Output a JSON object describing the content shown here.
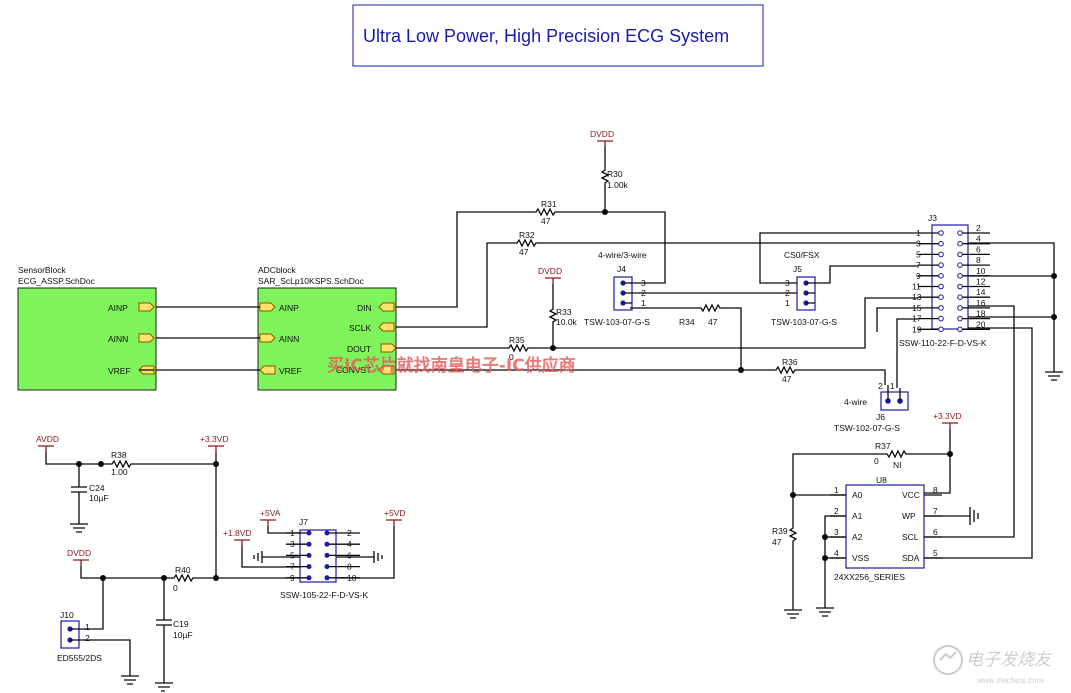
{
  "title": "Ultra Low Power, High Precision ECG System",
  "watermark": "买IC芯片就找南皇电子-IC供应商",
  "logo_text": "电子发烧友",
  "logo_url": "www.elecfans.com",
  "sensor_block": {
    "name": "SensorBlock",
    "file": "ECG_ASSP.SchDoc",
    "ports": [
      "AINP",
      "AINN",
      "VREF"
    ]
  },
  "adc_block": {
    "name": "ADCblock",
    "file": "SAR_ScLp10KSPS.SchDoc",
    "in_ports": [
      "AINP",
      "AINN",
      "VREF"
    ],
    "out_ports": [
      "DIN",
      "SCLK",
      "DOUT",
      "CONVST"
    ]
  },
  "nets": {
    "dvdd": "DVDD",
    "avdd": "AVDD",
    "v33": "+3.3VD",
    "v5va": "+5VA",
    "v5vd": "+5VD",
    "v18": "+1.8VD"
  },
  "resistors": {
    "r30": {
      "ref": "R30",
      "val": "1.00k"
    },
    "r31": {
      "ref": "R31",
      "val": "47"
    },
    "r32": {
      "ref": "R32",
      "val": "47"
    },
    "r33": {
      "ref": "R33",
      "val": "10.0k"
    },
    "r34": {
      "ref": "R34",
      "val": "47"
    },
    "r35": {
      "ref": "R35",
      "val": "0"
    },
    "r36": {
      "ref": "R36",
      "val": "47"
    },
    "r37": {
      "ref": "R37",
      "val": "0"
    },
    "r37_note": "NI",
    "r38": {
      "ref": "R38",
      "val": "1.00"
    },
    "r39": {
      "ref": "R39",
      "val": "47"
    },
    "r40": {
      "ref": "R40",
      "val": "0"
    }
  },
  "capacitors": {
    "c24": {
      "ref": "C24",
      "val": "10µF"
    },
    "c19": {
      "ref": "C19",
      "val": "10µF"
    }
  },
  "j4": {
    "ref": "J4",
    "part": "TSW-103-07-G-S",
    "label": "4-wire/3-wire",
    "pins": [
      "3",
      "2",
      "1"
    ]
  },
  "j5": {
    "ref": "J5",
    "part": "TSW-103-07-G-S",
    "label": "CS0/FSX",
    "pins": [
      "3",
      "2",
      "1"
    ]
  },
  "j6": {
    "ref": "J6",
    "part": "TSW-102-07-G-S",
    "label": "4-wire",
    "pins": [
      "2",
      "1"
    ]
  },
  "j3": {
    "ref": "J3",
    "part": "SSW-110-22-F-D-VS-K",
    "left_pins": [
      "1",
      "3",
      "5",
      "7",
      "9",
      "11",
      "13",
      "15",
      "17",
      "19"
    ],
    "right_pins": [
      "2",
      "4",
      "6",
      "8",
      "10",
      "12",
      "14",
      "16",
      "18",
      "20"
    ]
  },
  "j7": {
    "ref": "J7",
    "part": "SSW-105-22-F-D-VS-K",
    "left_pins": [
      "1",
      "3",
      "5",
      "7",
      "9"
    ],
    "right_pins": [
      "2",
      "4",
      "6",
      "8",
      "10"
    ]
  },
  "j10": {
    "ref": "J10",
    "part": "ED555/2DS",
    "pins": [
      "1",
      "2"
    ]
  },
  "u8": {
    "ref": "U8",
    "part": "24XX256_SERIES",
    "left": [
      {
        "n": "1",
        "s": "A0"
      },
      {
        "n": "2",
        "s": "A1"
      },
      {
        "n": "3",
        "s": "A2"
      },
      {
        "n": "4",
        "s": "VSS"
      }
    ],
    "right": [
      {
        "n": "8",
        "s": "VCC"
      },
      {
        "n": "7",
        "s": "WP"
      },
      {
        "n": "6",
        "s": "SCL"
      },
      {
        "n": "5",
        "s": "SDA"
      }
    ]
  },
  "colors": {
    "block_fill": "#7ff35a",
    "wire": "#0a0a0a",
    "label_blue": "#1b1ba8",
    "power_red": "#8b1a1a",
    "watermark": "#e35a5a"
  }
}
